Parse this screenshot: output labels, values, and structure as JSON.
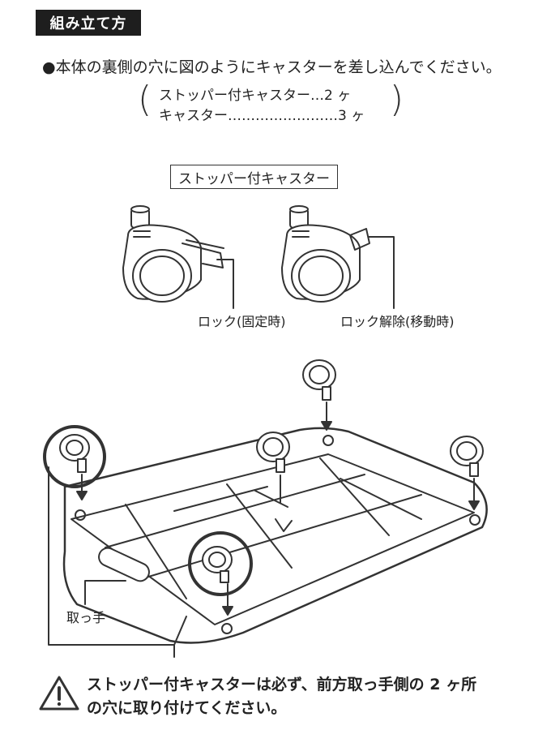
{
  "heading": "組み立て方",
  "instruction": "●本体の裏側の穴に図のようにキャスターを差し込んでください。",
  "quantities": [
    {
      "name": "ストッパー付キャスター",
      "dots": "…",
      "count": "2 ヶ"
    },
    {
      "name": "キャスター",
      "dots": "……………………",
      "count": "3 ヶ"
    }
  ],
  "stopper_caster_label": "ストッパー付キャスター",
  "lock_label": "ロック(固定時)",
  "unlock_label": "ロック解除(移動時)",
  "handle_label": "取っ手",
  "warning": {
    "icon": "warning-triangle-icon",
    "line1": "ストッパー付キャスターは必ず、前方取っ手側の 2 ヶ所",
    "line2": "の穴に取り付けてください。"
  }
}
